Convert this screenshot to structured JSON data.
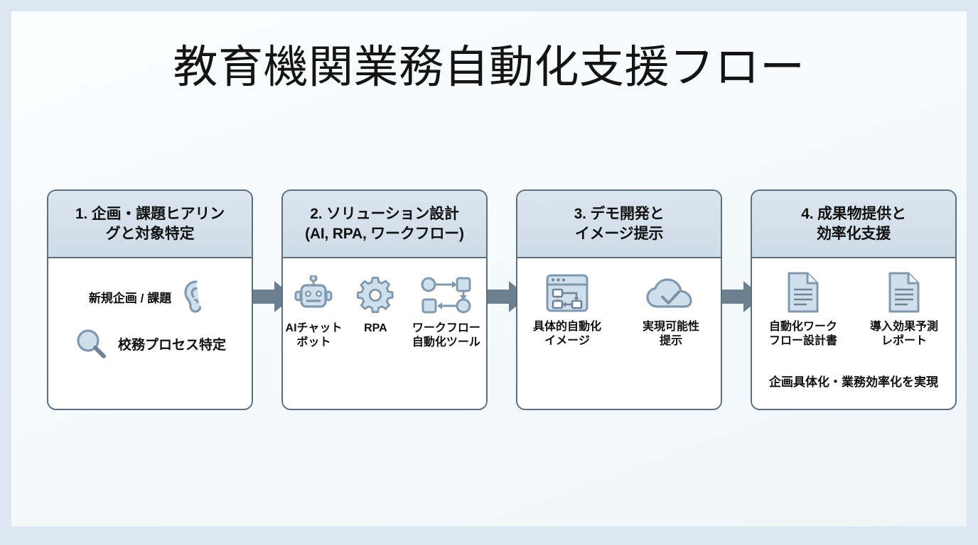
{
  "slide": {
    "title": "教育機関業務自動化支援フロー",
    "bg_outer": "#dbe7f0",
    "bg_inner": "#f4f9fb",
    "accent": "#5d6e7e",
    "icon_stroke": "#8199ae",
    "icon_fill": "#cfe0ec",
    "arrow_color": "#6c7f90",
    "header_gradient_top": "#dbe6ee",
    "header_gradient_bottom": "#cedce7"
  },
  "steps": [
    {
      "number": "1",
      "heading": "1. 企画・課題ヒアリン\nグと対象特定",
      "items": [
        {
          "label": "新規企画 / 課題",
          "icon": "ear-icon",
          "icon_side": "right"
        },
        {
          "label": "校務プロセス特定",
          "icon": "magnifier-icon",
          "icon_side": "left"
        }
      ]
    },
    {
      "number": "2",
      "heading": "2. ソリューション設計\n(AI, RPA, ワークフロー)",
      "items": [
        {
          "label": "AIチャット\nボット",
          "icon": "robot-icon"
        },
        {
          "label": "RPA",
          "icon": "gear-icon"
        },
        {
          "label": "ワークフロー\n自動化ツール",
          "icon": "workflow-icon"
        }
      ]
    },
    {
      "number": "3",
      "heading": "3. デモ開発と\nイメージ提示",
      "items": [
        {
          "label": "具体的自動化\nイメージ",
          "icon": "browser-flow-icon"
        },
        {
          "label": "実現可能性\n提示",
          "icon": "cloud-check-icon"
        }
      ]
    },
    {
      "number": "4",
      "heading": "4. 成果物提供と\n効率化支援",
      "items": [
        {
          "label": "自動化ワーク\nフロー設計書",
          "icon": "document-icon"
        },
        {
          "label": "導入効果予測\nレポート",
          "icon": "document-icon"
        }
      ],
      "footer": "企画具体化・業務効率化を実現"
    }
  ],
  "connectors": [
    {
      "name": "arrow-step1-to-step2",
      "glyph": "right-arrow-icon"
    },
    {
      "name": "arrow-step2-to-step3",
      "glyph": "right-arrow-icon"
    },
    {
      "name": "arrow-step3-to-step4",
      "glyph": "right-arrow-icon"
    }
  ]
}
